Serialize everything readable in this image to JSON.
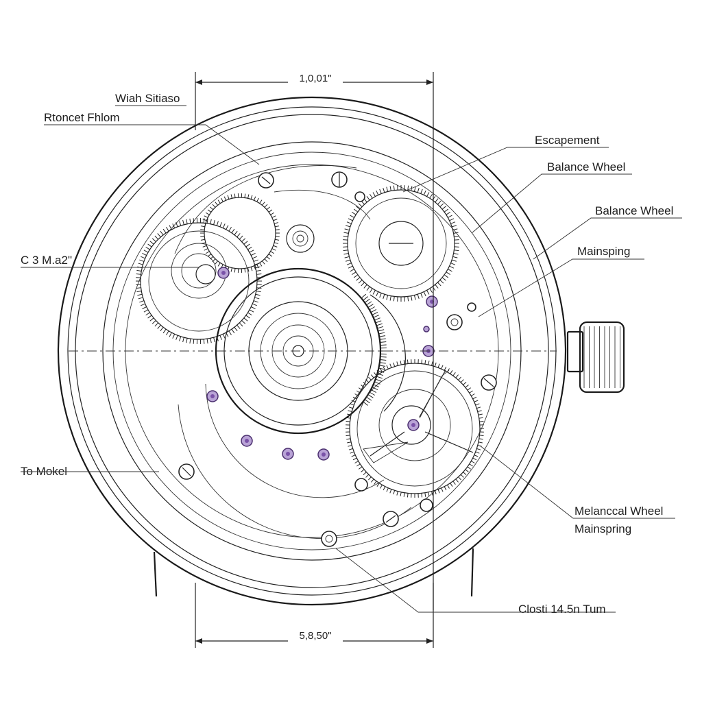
{
  "dimensions": {
    "top": "1,0,01\"",
    "bottom": "5,8,50\""
  },
  "labels": {
    "left_wish": "Wiah Sitiaso",
    "left_ratchet": "Rtoncet Fhlom",
    "left_c3": "C 3 M.a2\"",
    "left_mokel": "To Mokel",
    "right_escapement": "Escapement",
    "right_balance1": "Balance Wheel",
    "right_balance2": "Balance Wheel",
    "right_mainspring1": "Mainsping",
    "right_melanccal": "Melanccal Wheel",
    "right_mainspring2": "Mainspring",
    "right_closti": "Closti 14.5n Tum"
  },
  "colors": {
    "line": "#222222",
    "jewel": "#7a52a8"
  }
}
